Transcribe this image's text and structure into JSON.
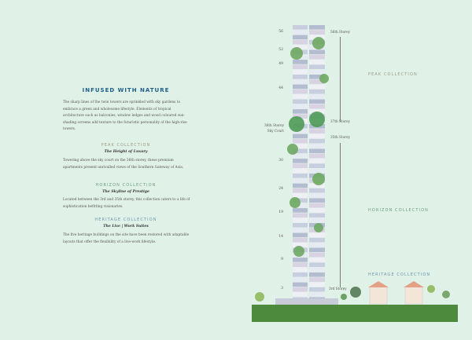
{
  "left": {
    "title": "INFUSED WITH NATURE",
    "intro": "The sharp lines of the twin towers are sprinkled with sky gardens to embrace a green and wholesome lifestyle. Elements of tropical architecture such as balconies, window ledges and wood coloured sun-shading screens add texture to the futuristic personality of the high-rise towers.",
    "peak": {
      "heading": "PEAK COLLECTION",
      "subtitle": "The Height of Luxury",
      "text": "Towering above the sky court on the 36th storey, these premium apartments present unrivalled views of the Southern Gateway of Asia."
    },
    "horizon": {
      "heading": "HORIZON COLLECTION",
      "subtitle": "The Skyline of Prestige",
      "text": "Located between the 3rd and 35th storey, this collection caters to a life of sophistication befitting visionaries."
    },
    "heritage": {
      "heading": "HERITAGE COLLECTION",
      "subtitle": "The Live | Work Suites",
      "text": "The five heritage buildings on the site have been restored with adaptable layouts that offer the flexibility of a live-work lifestyle."
    }
  },
  "diagram": {
    "floors": [
      "56",
      "52",
      "49",
      "44",
      "30",
      "24",
      "19",
      "14",
      "9",
      "3"
    ],
    "sky_court": "36th Storey\nSky Court",
    "storeys": {
      "s56": "56th Storey",
      "s37": "37th Storey",
      "s35": "35th Storey",
      "s3": "3rd Storey"
    },
    "collections": {
      "peak": "PEAK COLLECTION",
      "horizon": "HORIZON COLLECTION",
      "heritage": "HERITAGE COLLECTION"
    }
  },
  "colors": {
    "peak": "#9a9a86",
    "horizon": "#6f9c7e",
    "heritage": "#6f95ad",
    "title": "#1d5e86"
  }
}
